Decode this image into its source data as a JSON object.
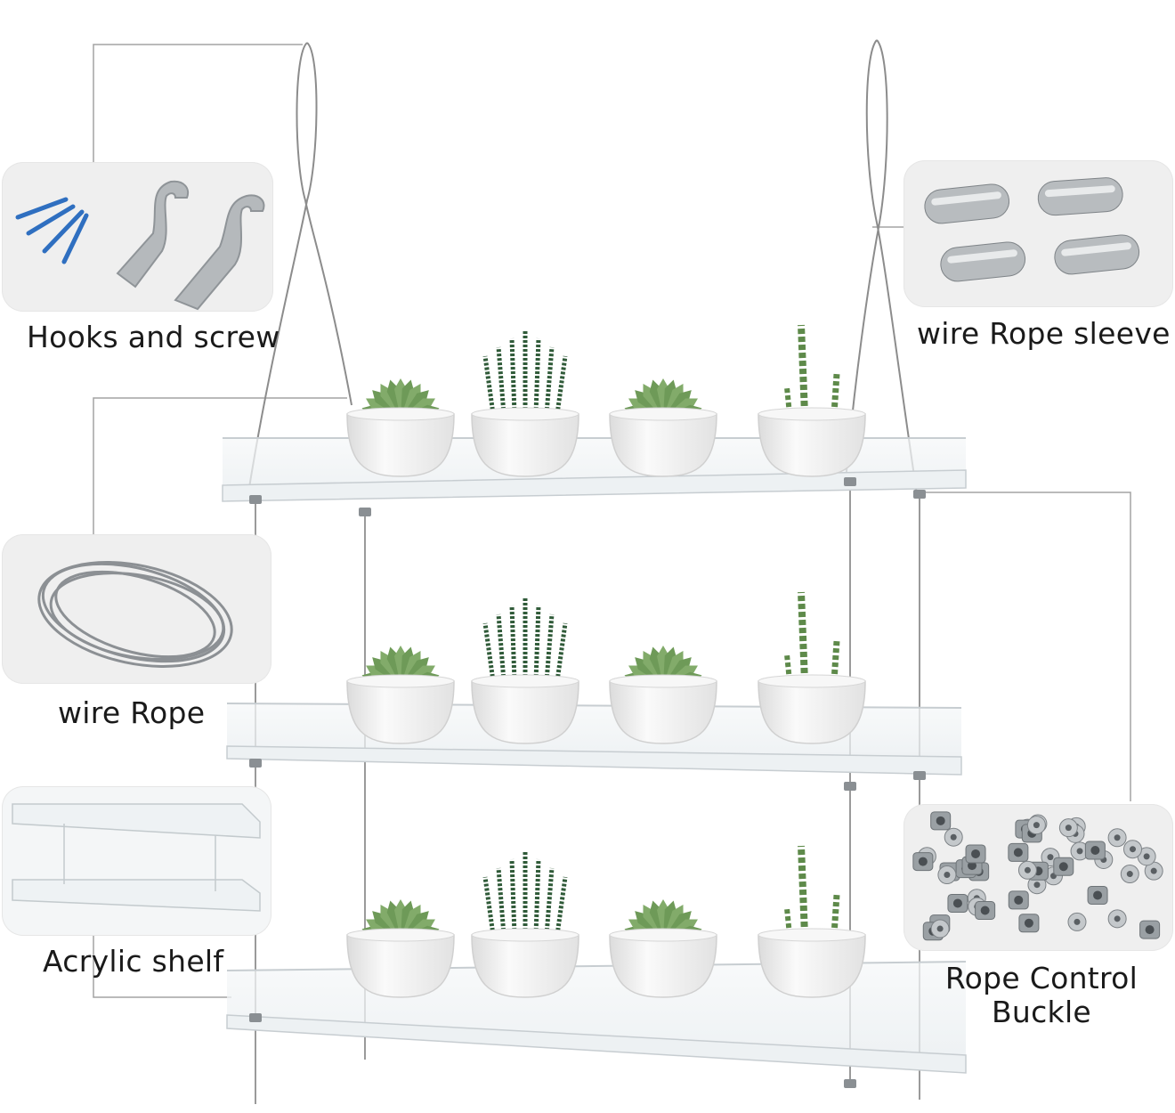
{
  "labels": {
    "hooks": "Hooks and screw",
    "sleeve": "wire Rope sleeve",
    "rope": "wire Rope",
    "shelf": "Acrylic shelf",
    "buckle_line1": "Rope Control",
    "buckle_line2": "Buckle"
  },
  "colors": {
    "card_bg": "#efefef",
    "leader_line": "#9a9a9a",
    "wire": "#8a8a8a",
    "acrylic_edge": "#c9d0d4",
    "pot": "#f4f4f4",
    "succulent": "#6f9a5a",
    "rosemary": "#2f5a38",
    "screw": "#3b7fd0",
    "metal": "#b8bcbf"
  },
  "icons": [
    "screw-icon",
    "hook-icon",
    "sleeve-icon",
    "coil-icon",
    "shelf-icon",
    "buckle-icon",
    "succulent-icon",
    "rosemary-icon",
    "cactus-icon"
  ]
}
